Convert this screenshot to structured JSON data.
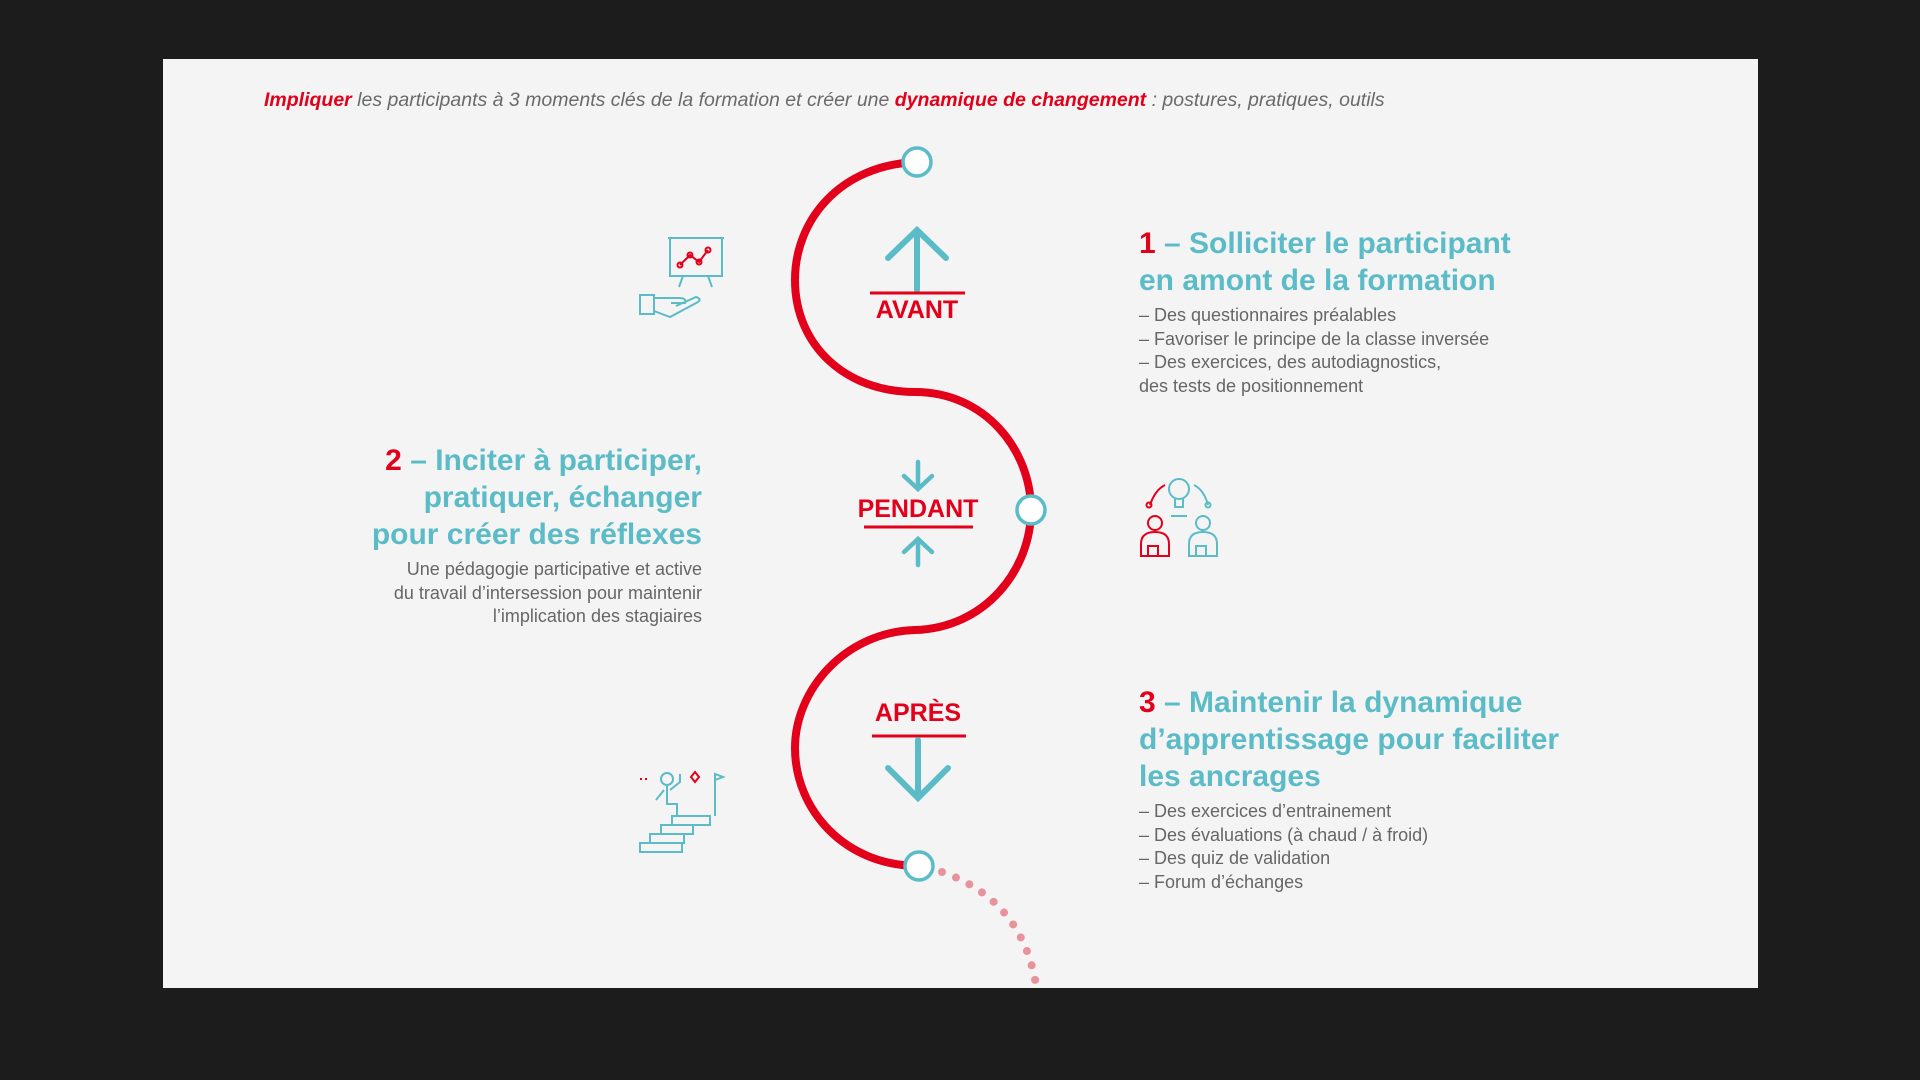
{
  "subtitle": {
    "part1": "Impliquer",
    "part2": " les participants à 3 moments clés de la formation et créer une ",
    "part3": "dynamique de changement",
    "part4": " : postures, pratiques, outils"
  },
  "phases": [
    {
      "label": "AVANT",
      "icon": "presentation-hand-icon"
    },
    {
      "label": "PENDANT",
      "icon": "team-idea-icon"
    },
    {
      "label": "APRÈS",
      "icon": "stairs-goal-icon"
    }
  ],
  "step1": {
    "num": "1",
    "title_line1": " – Solliciter le participant",
    "title_line2": "en amont de la formation",
    "bullets": [
      "– Des questionnaires préalables",
      "– Favoriser le principe de la classe inversée",
      "– Des exercices, des autodiagnostics,",
      "des tests de positionnement"
    ]
  },
  "step2": {
    "num": "2",
    "title_line1": " – Inciter à participer,",
    "title_line2": "pratiquer, échanger",
    "title_line3": "pour créer des réflexes",
    "body": [
      "Une pédagogie participative et active",
      "du travail d’intersession pour maintenir",
      "l’implication des stagiaires"
    ]
  },
  "step3": {
    "num": "3",
    "title_line1": " – Maintenir la dynamique",
    "title_line2": "d’apprentissage pour faciliter",
    "title_line3": "les ancrages",
    "bullets": [
      "– Des exercices d’entrainement",
      "– Des évaluations (à chaud / à froid)",
      "– Des quiz de validation",
      "– Forum d’échanges"
    ]
  },
  "colors": {
    "red": "#e2001a",
    "teal": "#5bbcc8",
    "text": "#666666",
    "background": "#f4f4f4"
  }
}
